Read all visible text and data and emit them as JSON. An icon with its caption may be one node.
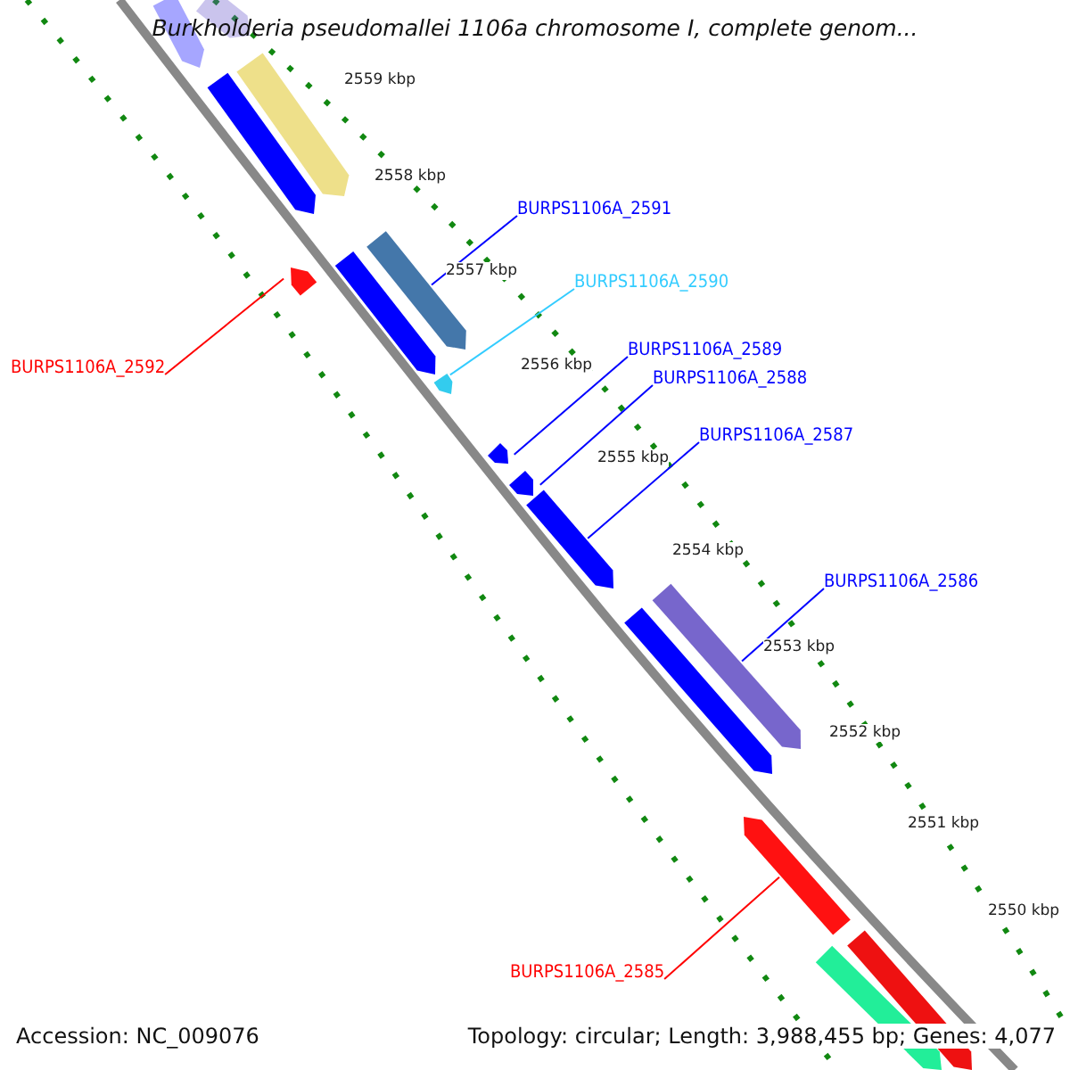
{
  "diagram": {
    "title": "Burkholderia pseudomallei 1106a chromosome I, complete genom...",
    "nodes": [
      {
        "text": [
          "BURPS1106A_2591"
        ]
      },
      {
        "text": [
          "BURPS1106A_2590"
        ]
      },
      {
        "text": [
          "BURPS1106A_2592"
        ]
      },
      {
        "text": [
          "BURPS1106A_2589"
        ]
      },
      {
        "text": [
          "BURPS1106A_2588"
        ]
      },
      {
        "text": [
          "BURPS1106A_2587"
        ]
      },
      {
        "text": [
          "BURPS1106A_2586"
        ]
      },
      {
        "text": [
          "BURPS1106A_2585"
        ]
      },
      {
        "text": [],
        "shape": "bar"
      },
      {
        "text": [],
        "shape": "bar"
      },
      {
        "text": [],
        "shape": "bar"
      },
      {
        "text": [],
        "shape": "bar"
      },
      {
        "text": [],
        "shape": "bar"
      },
      {
        "text": [],
        "shape": "bar"
      },
      {
        "text": [],
        "shape": "bar"
      },
      {
        "text": [],
        "shape": "bar"
      },
      {
        "text": [],
        "shape": "bar"
      },
      {
        "text": [],
        "shape": "bar"
      },
      {
        "text": [],
        "shape": "bar"
      },
      {
        "text": [],
        "shape": "bar"
      },
      {
        "text": [],
        "shape": "bar"
      },
      {
        "text": [],
        "shape": "bar"
      },
      {
        "text": [],
        "shape": "bar"
      },
      {
        "text": [],
        "shape": "bar"
      }
    ],
    "edges": [
      {
        "from": 0,
        "to": 8,
        "arrow": "none"
      },
      {
        "from": 1,
        "to": 10,
        "arrow": "none",
        "color": "#33ccff"
      },
      {
        "from": 2,
        "to": 9,
        "arrow": "none",
        "color": "#ff0000"
      },
      {
        "from": 3,
        "to": 11,
        "arrow": "none"
      },
      {
        "from": 4,
        "to": 12,
        "arrow": "none"
      },
      {
        "from": 5,
        "to": 13,
        "arrow": "none"
      },
      {
        "from": 6,
        "to": 14,
        "arrow": "none"
      },
      {
        "from": 7,
        "to": 15,
        "arrow": "none",
        "color": "#ff0000"
      }
    ],
    "labels": [
      "2559 kbp",
      "2558 kbp",
      "2557 kbp",
      "2556 kbp",
      "2555 kbp",
      "2554 kbp",
      "2553 kbp",
      "2552 kbp",
      "2551 kbp",
      "2550 kbp",
      "Accession: NC_009076",
      "Topology: circular; Length: 3,988,455 bp; Genes: 4,077"
    ]
  }
}
